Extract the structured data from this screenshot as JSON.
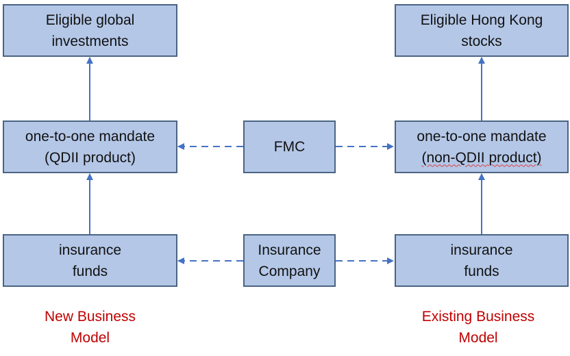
{
  "colors": {
    "box_fill": "#b4c7e7",
    "box_border": "#4a6383",
    "arrow": "#4472c4",
    "caption": "#c00000"
  },
  "left": {
    "top_box": [
      "Eligible global",
      "investments"
    ],
    "mid_box": [
      "one-to-one mandate",
      "(QDII product)"
    ],
    "bottom_box": [
      "insurance",
      "funds"
    ],
    "caption": [
      "New Business",
      "Model"
    ]
  },
  "center": {
    "fmc": "FMC",
    "insurer": [
      "Insurance",
      "Company"
    ]
  },
  "right": {
    "top_box": [
      "Eligible Hong Kong",
      "stocks"
    ],
    "mid_box": [
      "one-to-one mandate",
      "(non-QDII product)"
    ],
    "bottom_box": [
      "insurance",
      "funds"
    ],
    "caption": [
      "Existing Business",
      "Model"
    ]
  }
}
